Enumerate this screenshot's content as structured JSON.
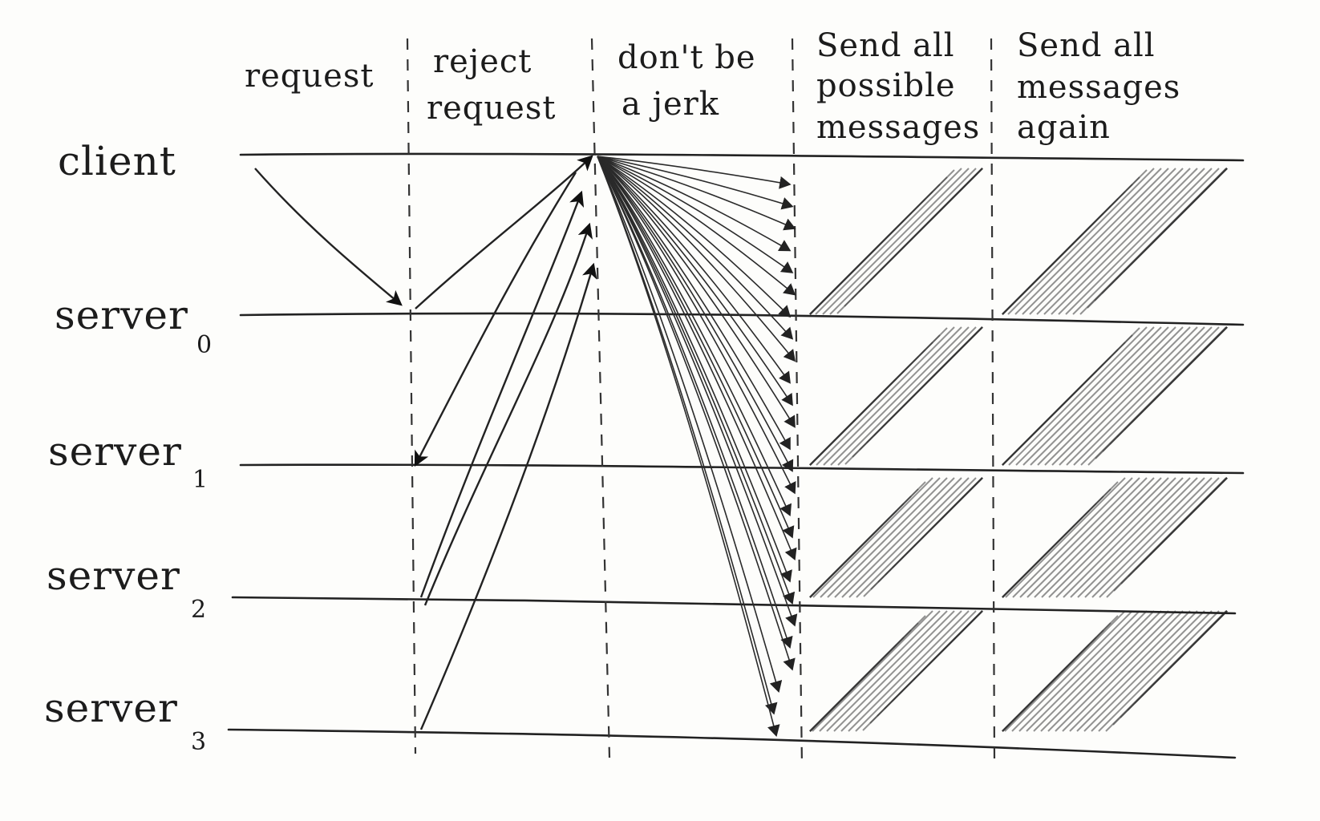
{
  "phases": [
    {
      "lines": [
        "request"
      ]
    },
    {
      "lines": [
        "reject",
        "request"
      ]
    },
    {
      "lines": [
        "don't be",
        "a jerk"
      ]
    },
    {
      "lines": [
        "Send all",
        "possible",
        "messages"
      ]
    },
    {
      "lines": [
        "Send all",
        "messages",
        "again"
      ]
    }
  ],
  "rows": [
    {
      "name": "client",
      "sub": ""
    },
    {
      "name": "server",
      "sub": "0"
    },
    {
      "name": "server",
      "sub": "1"
    },
    {
      "name": "server",
      "sub": "2"
    },
    {
      "name": "server",
      "sub": "3"
    }
  ],
  "style": {
    "ink": "#222222",
    "paper": "#fdfdfb"
  }
}
